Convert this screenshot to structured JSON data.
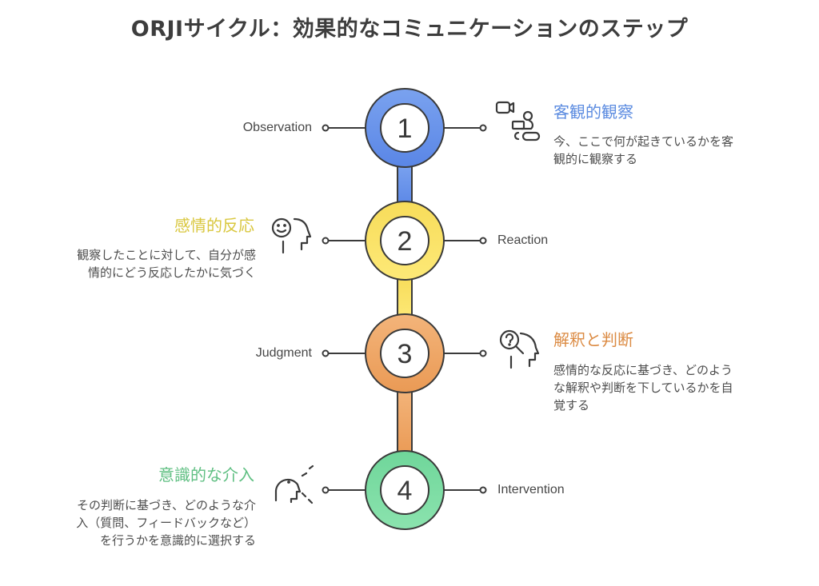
{
  "title": "ORJIサイクル：効果的なコミュニケーションのステップ",
  "colors": {
    "blue": "#6a94ea",
    "yellow": "#fae265",
    "orange": "#efa564",
    "green": "#7ddda3",
    "outline": "#3a3a3a",
    "head_blue": "#5b8be0",
    "head_yellow": "#d9c73e",
    "head_orange": "#db8a42",
    "head_green": "#5fbf82"
  },
  "steps": [
    {
      "number": "1",
      "english": "Observation",
      "heading": "客観的観察",
      "description_lines": [
        "今、ここで何が起きているかを客",
        "観的に観察する"
      ],
      "icon": "person-at-laptop-with-video-camera-icon"
    },
    {
      "number": "2",
      "english": "Reaction",
      "heading": "感情的反応",
      "description_lines": [
        "観察したことに対して、自分が感",
        "情的にどう反応したかに気づく"
      ],
      "icon": "smiling-head-icon"
    },
    {
      "number": "3",
      "english": "Judgment",
      "heading": "解釈と判断",
      "description_lines": [
        "感情的な反応に基づき、どのよう",
        "な解釈や判断を下しているかを自",
        "覚する"
      ],
      "icon": "head-question-magnifier-icon"
    },
    {
      "number": "4",
      "english": "Intervention",
      "heading": "意識的な介入",
      "description_lines": [
        "その判断に基づき、どのような介",
        "入（質問、フィードバックなど）",
        "を行うかを意識的に選択する"
      ],
      "icon": "speaking-head-icon"
    }
  ]
}
